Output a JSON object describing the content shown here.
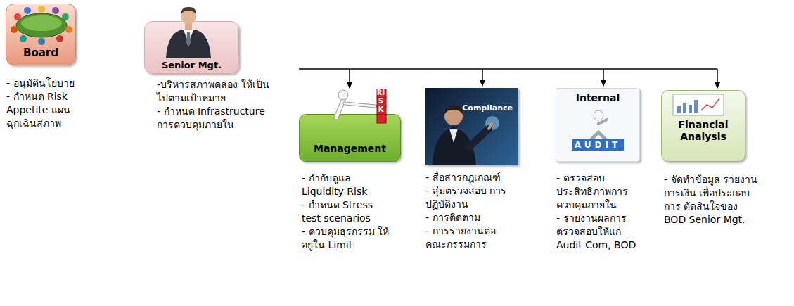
{
  "diagram": {
    "nodes": [
      {
        "text": [
          "Board",
          "- อนุมัตินโยบาย",
          "- กำหนด Risk Appetite แผนฉุกเฉินสภาพ"
        ]
      },
      {
        "text": [
          "Senior Mgt.",
          "-บริหารสภาพคล่อง ให้เป็นไปตามเป้าหมาย",
          "- กำหนด Infrastructure การควบคุมภายใน"
        ]
      },
      {
        "text": [
          "Management",
          "- กำกับดูแล Liquidity Risk",
          "- กำหนด Stress test scenarios",
          "- ควบคุมธุรกรรม ให้อยู่ใน Limit"
        ]
      },
      {
        "text": [
          "Compliance",
          "- สื่อสารกฎเกณฑ์",
          "- สุ่มตรวจสอบ การปฏิบัติงาน",
          "- การติดตาม",
          "- การรายงานต่อ คณะกรรมการ"
        ]
      },
      {
        "text": [
          "Internal",
          "AUDIT",
          "- ตรวจสอบ ประสิทธิภาพการ ควบคุมภายใน",
          "- รายงานผลการ ตรวจสอบให้แก่ Audit Com, BOD"
        ]
      },
      {
        "text": [
          "Financial Analysis",
          "- จัดทำข้อมูล รายงานการเงิน เพื่อประกอบการ ตัดสินใจของ BOD Senior Mgt."
        ]
      }
    ],
    "labels": [
      "RISK"
    ]
  }
}
